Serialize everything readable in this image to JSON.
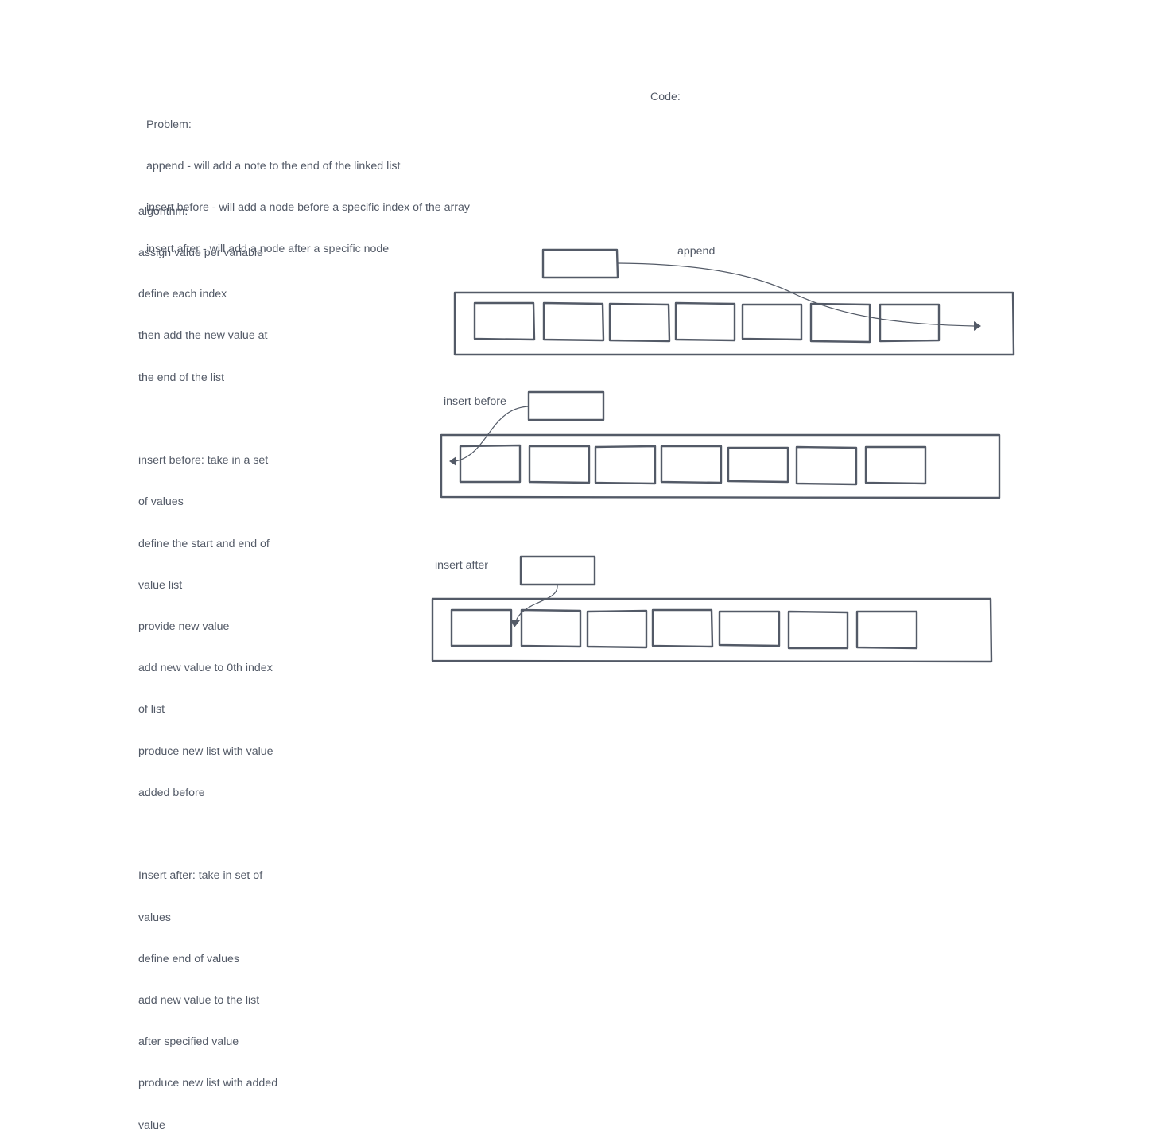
{
  "problem": {
    "lines": [
      "Problem:",
      "append - will add a note to the end of the linked list",
      "insert before - will add a node before a specific index of the array",
      "insert after - will add a node after a specific node"
    ]
  },
  "code": {
    "label": "Code:"
  },
  "algorithm": {
    "lines": [
      "algorithm:",
      "assign value per variable",
      "define each index",
      "then add the new value at",
      "the end of the list",
      "",
      "insert before: take in a set",
      "of values",
      "define the start and end of",
      "value list",
      "provide new value",
      "add new value to 0th index",
      "of list",
      "produce new list with value",
      "added before",
      "",
      "Insert after: take in set of",
      "values",
      "define end of values",
      "add new value to the list",
      "after specified value",
      "produce new list with added",
      "value"
    ]
  },
  "diagrams": {
    "append": {
      "label": "append",
      "node_count": 7
    },
    "insert_before": {
      "label": "insert before",
      "node_count": 7
    },
    "insert_after": {
      "label": "insert after",
      "node_count": 7
    }
  },
  "colors": {
    "ink": "#535a67",
    "background": "#ffffff"
  }
}
